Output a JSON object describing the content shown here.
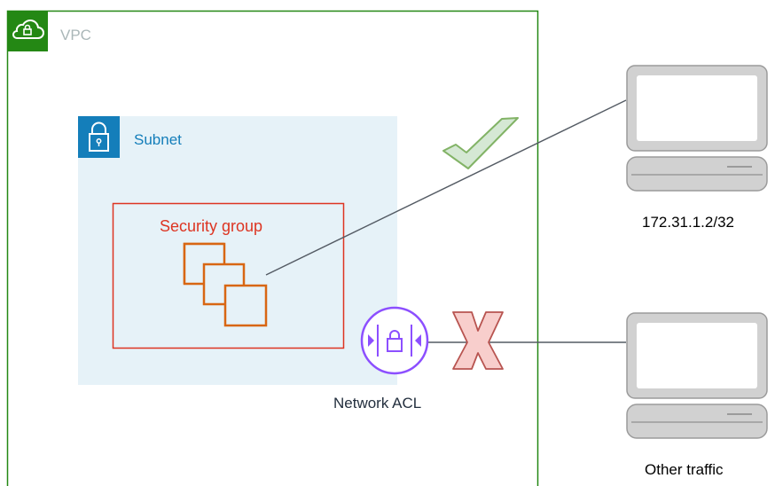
{
  "vpc": {
    "label": "VPC",
    "color": "#248814",
    "icon": "cloud-lock-icon"
  },
  "subnet": {
    "label": "Subnet",
    "color": "#147eba",
    "fill": "#e6f2f8",
    "icon": "padlock-icon"
  },
  "security_group": {
    "label": "Security group",
    "color": "#dd3522",
    "icon": "instances-icon",
    "icon_color": "#d86613"
  },
  "network_acl": {
    "label": "Network ACL",
    "color": "#8c4fff",
    "icon": "network-acl-icon"
  },
  "hosts": [
    {
      "label": "172.31.1.2/32",
      "icon": "computer-icon",
      "status": "allowed",
      "status_icon": "checkmark-icon",
      "status_color": "#7aa116"
    },
    {
      "label": "Other traffic",
      "icon": "computer-icon",
      "status": "denied",
      "status_icon": "x-mark-icon",
      "status_color": "#f8cecc"
    }
  ]
}
